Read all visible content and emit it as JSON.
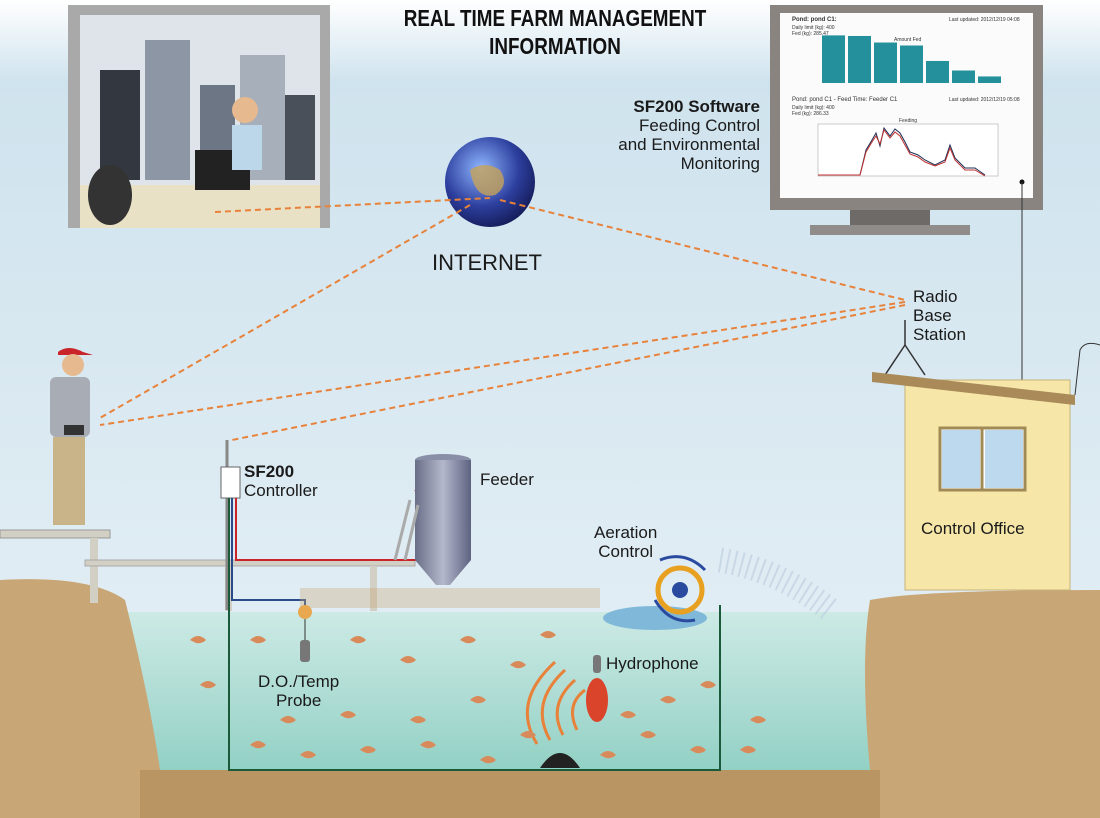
{
  "title": "REAL TIME FARM MANAGEMENT INFORMATION",
  "software": {
    "name": "SF200 Software",
    "line1": "Feeding Control",
    "line2": "and Environmental",
    "line3": "Monitoring"
  },
  "monitor": {
    "panel1": {
      "pond": "Pond: pond C1:",
      "updated": "Last updated: 2012/12/19 04:08",
      "limit": "Daily limit (kg):    400",
      "fed": "Fed (kg):    285.47",
      "chart_title": "Amount Fed"
    },
    "panel2": {
      "pond": "Pond: pond C1 - Feed Time: Feeder C1",
      "updated": "Last updated: 2012/12/19 05:08",
      "limit": "Daily limit (kg):    400",
      "fed": "Fed (kg):    286.33",
      "chart_title": "Feeding"
    }
  },
  "chart_data": {
    "type": "bar",
    "title": "Amount Fed",
    "values": [
      400,
      395,
      340,
      315,
      185,
      105,
      55
    ]
  },
  "labels": {
    "internet": "INTERNET",
    "radio": [
      "Radio",
      "Base",
      "Station"
    ],
    "controller_bold": "SF200",
    "controller": "Controller",
    "feeder": "Feeder",
    "aeration": [
      "Aeration",
      "Control"
    ],
    "hydrophone": "Hydrophone",
    "probe": [
      "D.O./Temp",
      "Probe"
    ],
    "office": "Control Office"
  },
  "colors": {
    "link": "#e8823a",
    "water": "#b9e0da",
    "ground": "#c9a676",
    "sky": "#d5e8f1"
  }
}
